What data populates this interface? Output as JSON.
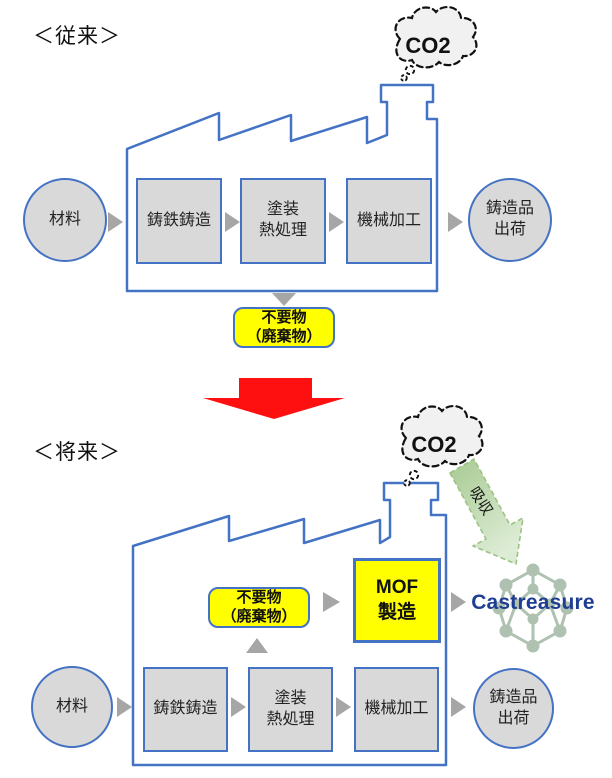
{
  "colors": {
    "outline_blue": "#4472C4",
    "box_gray": "#D9D9D9",
    "highlight_yellow": "#FFFF00",
    "arrow_gray": "#A6A6A6",
    "red_arrow": "#FF1010",
    "absorb_green": "#B7D3A4",
    "brand_blue": "#1F3E93",
    "molecule_green": "#A9BDAB"
  },
  "conventional": {
    "title": "＜従来＞",
    "co2": "CO2",
    "material": "材料",
    "steps": [
      "鋳鉄鋳造",
      "塗装\n熱処理",
      "機械加工"
    ],
    "shipment": "鋳造品\n出荷",
    "waste": "不要物\n（廃棄物）"
  },
  "future": {
    "title": "＜将来＞",
    "co2": "CO2",
    "absorb": "吸収",
    "material": "材料",
    "steps": [
      "鋳鉄鋳造",
      "塗装\n熱処理",
      "機械加工"
    ],
    "shipment": "鋳造品\n出荷",
    "waste": "不要物\n（廃棄物）",
    "mof": "MOF\n製造",
    "brand": "Castreasure"
  }
}
